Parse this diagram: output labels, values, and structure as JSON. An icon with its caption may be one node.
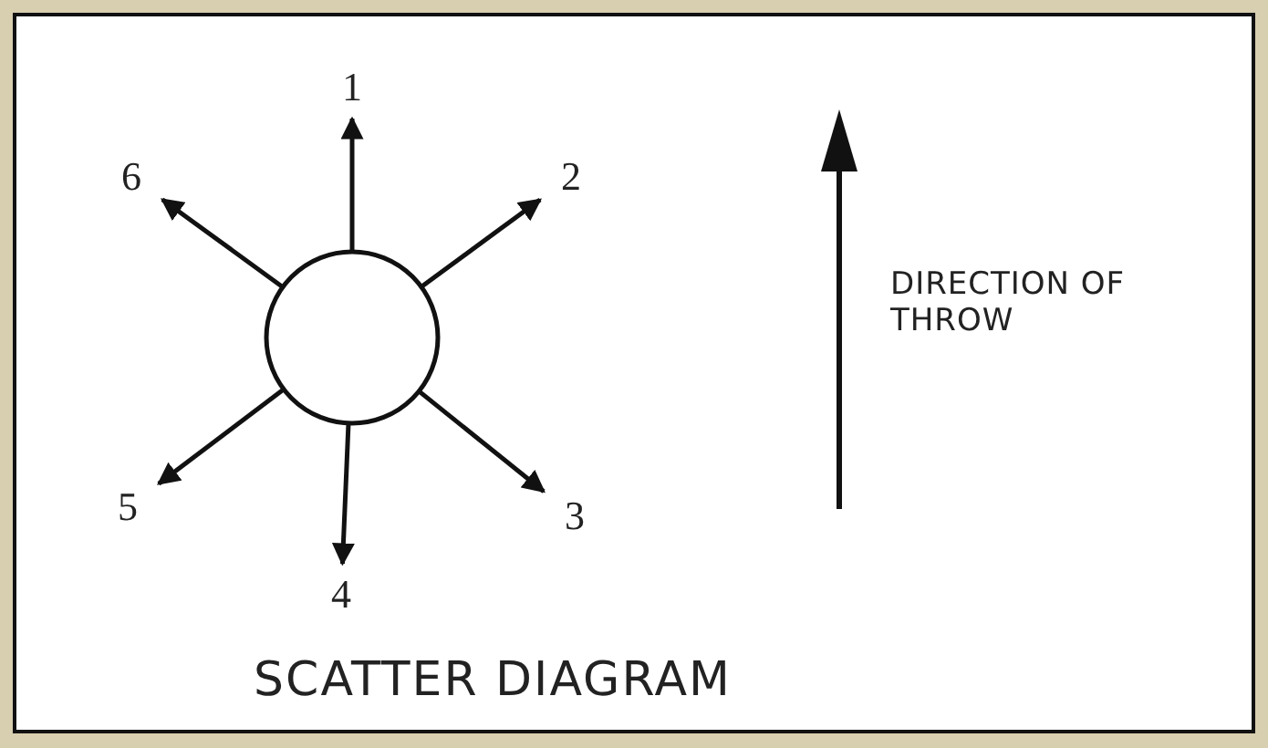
{
  "diagram": {
    "title": "SCATTER DIAGRAM",
    "nodes": [
      {
        "text": [],
        "shape": "circle"
      },
      {
        "text": [
          "1"
        ]
      },
      {
        "text": [
          "2"
        ]
      },
      {
        "text": [
          "3"
        ]
      },
      {
        "text": [
          "4"
        ]
      },
      {
        "text": [
          "5"
        ]
      },
      {
        "text": [
          "6"
        ]
      }
    ],
    "edges": [
      {
        "from": 0,
        "to": 1,
        "arrow": "to"
      },
      {
        "from": 0,
        "to": 2,
        "arrow": "to"
      },
      {
        "from": 0,
        "to": 3,
        "arrow": "to"
      },
      {
        "from": 0,
        "to": 4,
        "arrow": "to"
      },
      {
        "from": 0,
        "to": 5,
        "arrow": "to"
      },
      {
        "from": 0,
        "to": 6,
        "arrow": "to"
      }
    ],
    "labels": [
      "DIRECTION OF THROW"
    ]
  }
}
